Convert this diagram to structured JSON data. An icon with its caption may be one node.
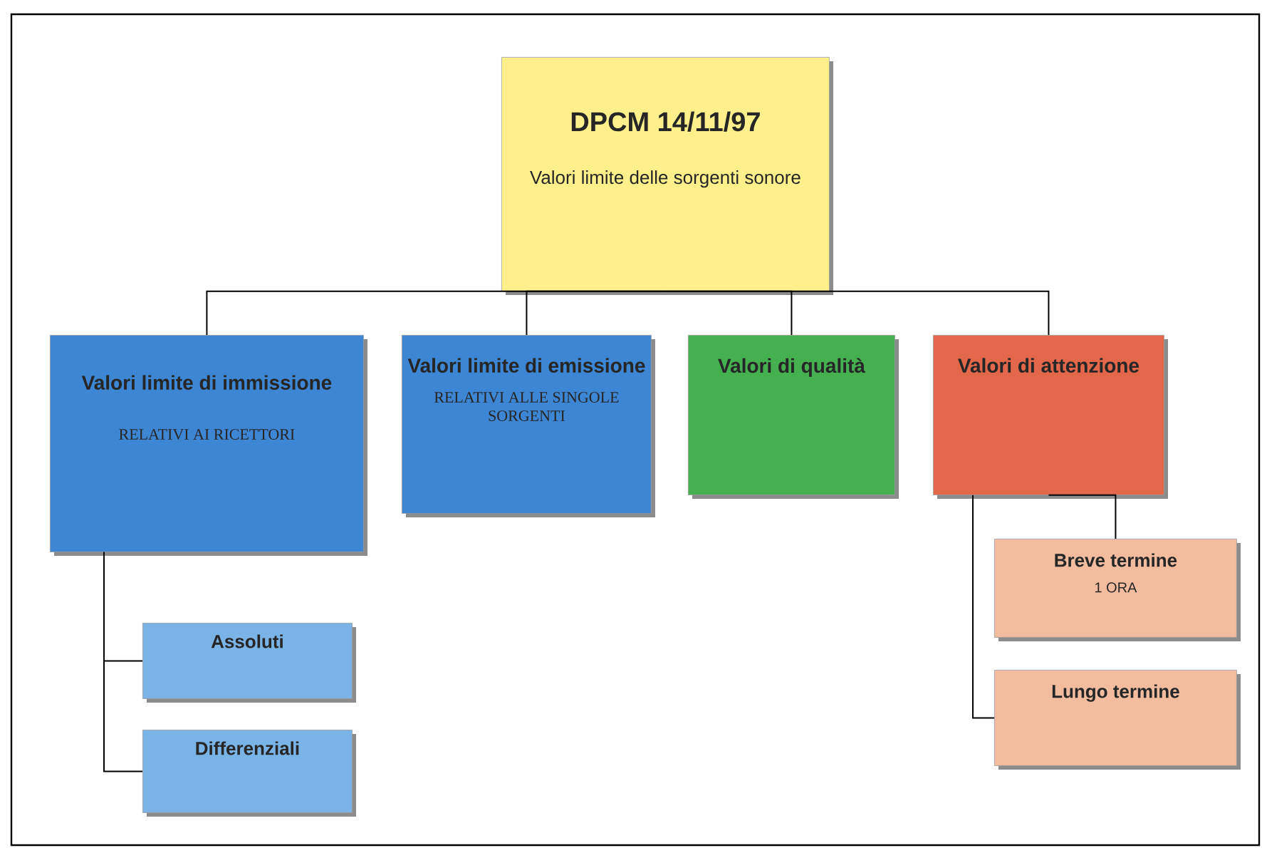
{
  "diagram": {
    "nodes": [
      {
        "text": [
          "DPCM 14/11/97",
          "Valori limite delle sorgenti sonore"
        ]
      },
      {
        "text": [
          "Valori limite di immissione",
          "RELATIVI AI RICETTORI"
        ]
      },
      {
        "text": [
          "Valori limite di emissione",
          "RELATIVI ALLE SINGOLE SORGENTI"
        ]
      },
      {
        "text": [
          "Valori di qualità"
        ]
      },
      {
        "text": [
          "Valori di attenzione"
        ]
      },
      {
        "text": [
          "Assoluti"
        ]
      },
      {
        "text": [
          "Differenziali"
        ]
      },
      {
        "text": [
          "Breve termine",
          "1 ORA"
        ]
      },
      {
        "text": [
          "Lungo termine"
        ]
      }
    ],
    "edges": [
      {
        "from": 0,
        "to": 1,
        "arrow": "none"
      },
      {
        "from": 0,
        "to": 2,
        "arrow": "none"
      },
      {
        "from": 0,
        "to": 3,
        "arrow": "none"
      },
      {
        "from": 0,
        "to": 4,
        "arrow": "none"
      },
      {
        "from": 1,
        "to": 5,
        "arrow": "none"
      },
      {
        "from": 1,
        "to": 6,
        "arrow": "none"
      },
      {
        "from": 4,
        "to": 7,
        "arrow": "none"
      },
      {
        "from": 4,
        "to": 8,
        "arrow": "none"
      }
    ]
  }
}
